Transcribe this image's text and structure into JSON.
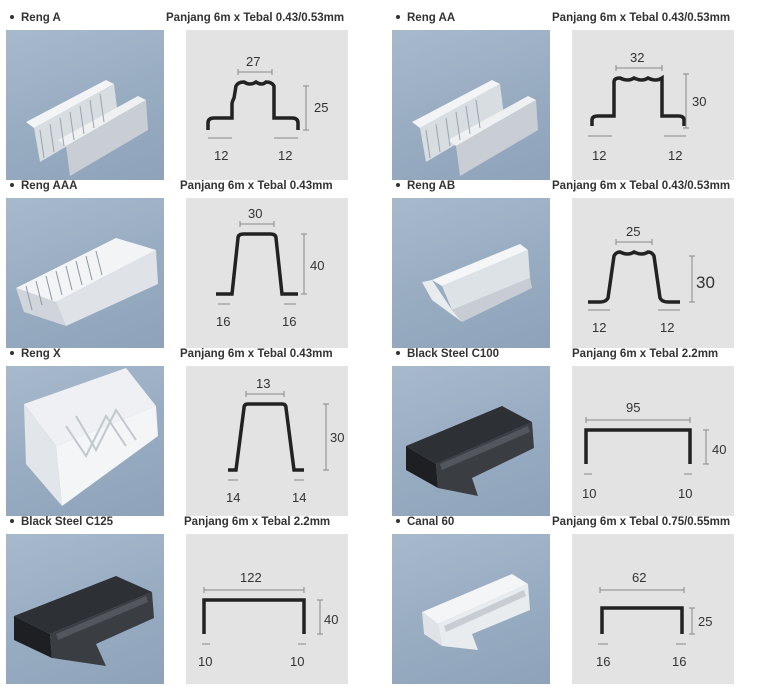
{
  "products": [
    {
      "name": "Reng A",
      "spec": "Panjang 6m x Tebal 0.43/0.53mm",
      "photo": "reng-a-photo",
      "dims": {
        "top": "27",
        "height": "25",
        "flange_left": "12",
        "flange_right": "12"
      }
    },
    {
      "name": "Reng AA",
      "spec": "Panjang 6m x Tebal 0.43/0.53mm",
      "photo": "reng-aa-photo",
      "dims": {
        "top": "32",
        "height": "30",
        "flange_left": "12",
        "flange_right": "12"
      }
    },
    {
      "name": "Reng AAA",
      "spec": "Panjang 6m x Tebal 0.43mm",
      "photo": "reng-aaa-photo",
      "dims": {
        "top": "30",
        "height": "40",
        "flange_left": "16",
        "flange_right": "16"
      }
    },
    {
      "name": "Reng AB",
      "spec": "Panjang 6m x Tebal 0.43/0.53mm",
      "photo": "reng-ab-photo",
      "dims": {
        "top": "25",
        "height": "30",
        "flange_left": "12",
        "flange_right": "12"
      }
    },
    {
      "name": "Reng X",
      "spec": "Panjang 6m x Tebal 0.43mm",
      "photo": "reng-x-photo",
      "dims": {
        "top": "13",
        "height": "30",
        "flange_left": "14",
        "flange_right": "14"
      }
    },
    {
      "name": "Black Steel C100",
      "spec": "Panjang 6m x Tebal 2.2mm",
      "photo": "black-steel-c100-photo",
      "dims": {
        "top": "95",
        "height": "40",
        "flange_left": "10",
        "flange_right": "10"
      }
    },
    {
      "name": "Black Steel C125",
      "spec": "Panjang 6m x Tebal 2.2mm",
      "photo": "black-steel-c125-photo",
      "dims": {
        "top": "122",
        "height": "40",
        "flange_left": "10",
        "flange_right": "10"
      }
    },
    {
      "name": "Canal 60",
      "spec": "Panjang 6m x Tebal 0.75/0.55mm",
      "photo": "canal-60-photo",
      "dims": {
        "top": "62",
        "height": "25",
        "flange_left": "16",
        "flange_right": "16"
      }
    }
  ]
}
